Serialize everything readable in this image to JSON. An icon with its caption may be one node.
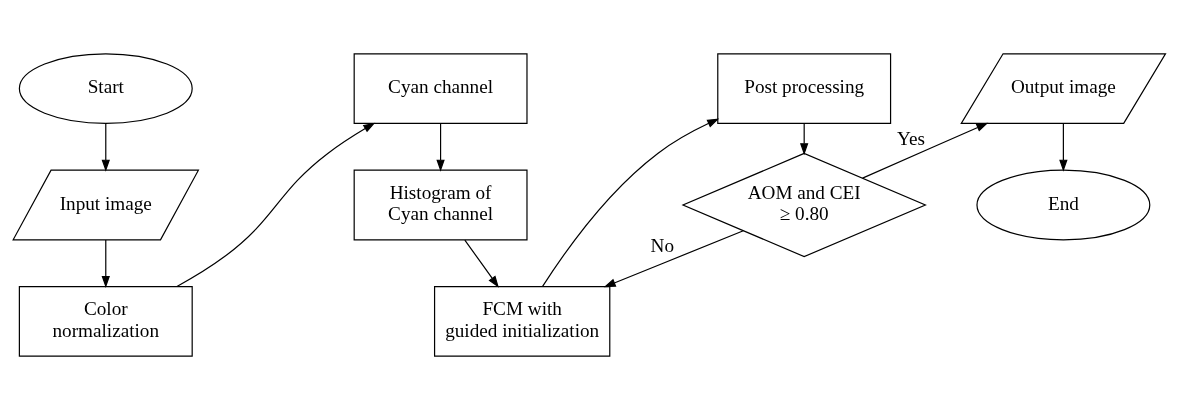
{
  "diagram": {
    "nodes": [
      {
        "text": [
          "Start"
        ]
      },
      {
        "text": [
          "Input image"
        ]
      },
      {
        "text": [
          "Color normalization"
        ]
      },
      {
        "text": [
          "Cyan channel"
        ]
      },
      {
        "text": [
          "Histogram of Cyan channel"
        ]
      },
      {
        "text": [
          "FCM with guided initialization"
        ]
      },
      {
        "text": [
          "Post processing"
        ]
      },
      {
        "text": [
          "AOM and CEI ≥ 0.80"
        ]
      },
      {
        "text": [
          "Output image"
        ]
      },
      {
        "text": [
          "End"
        ]
      }
    ],
    "edges": [
      {
        "from": 0,
        "to": 1,
        "arrow": "to"
      },
      {
        "from": 1,
        "to": 2,
        "arrow": "to"
      },
      {
        "from": 2,
        "to": 3,
        "arrow": "to"
      },
      {
        "from": 3,
        "to": 4,
        "arrow": "to"
      },
      {
        "from": 4,
        "to": 5,
        "arrow": "to"
      },
      {
        "from": 5,
        "to": 6,
        "arrow": "to"
      },
      {
        "from": 6,
        "to": 7,
        "arrow": "to"
      },
      {
        "from": 7,
        "to": 8,
        "arrow": "to",
        "label": "Yes"
      },
      {
        "from": 7,
        "to": 5,
        "arrow": "to",
        "label": "No"
      },
      {
        "from": 8,
        "to": 9,
        "arrow": "to"
      }
    ]
  }
}
